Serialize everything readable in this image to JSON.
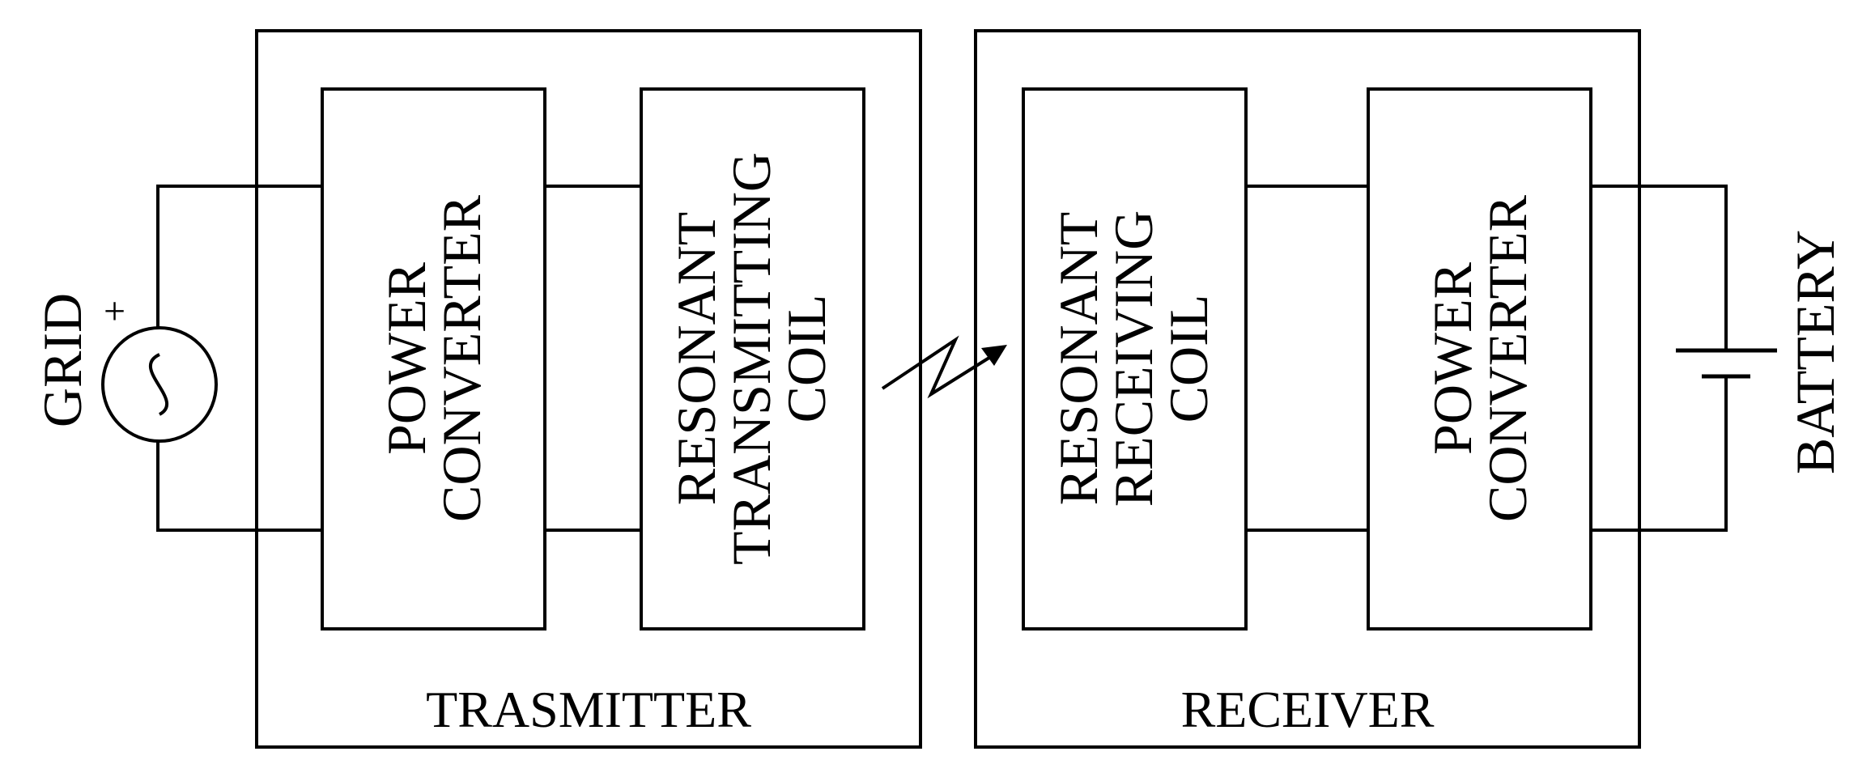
{
  "labels": {
    "grid": "GRID",
    "plus_sign": "+",
    "battery": "BATTERY",
    "transmitter": "TRASMITTER",
    "receiver": "RECEIVER"
  },
  "blocks": {
    "tx_power_converter": [
      "POWER",
      "CONVERTER"
    ],
    "tx_coil": [
      "RESONANT",
      "TRANSMITTING",
      "COIL"
    ],
    "rx_coil": [
      "RESONANT",
      "RECEIVING",
      "COIL"
    ],
    "rx_power_converter": [
      "POWER",
      "CONVERTER"
    ]
  },
  "colors": {
    "line": "#000000",
    "background": "#ffffff"
  }
}
